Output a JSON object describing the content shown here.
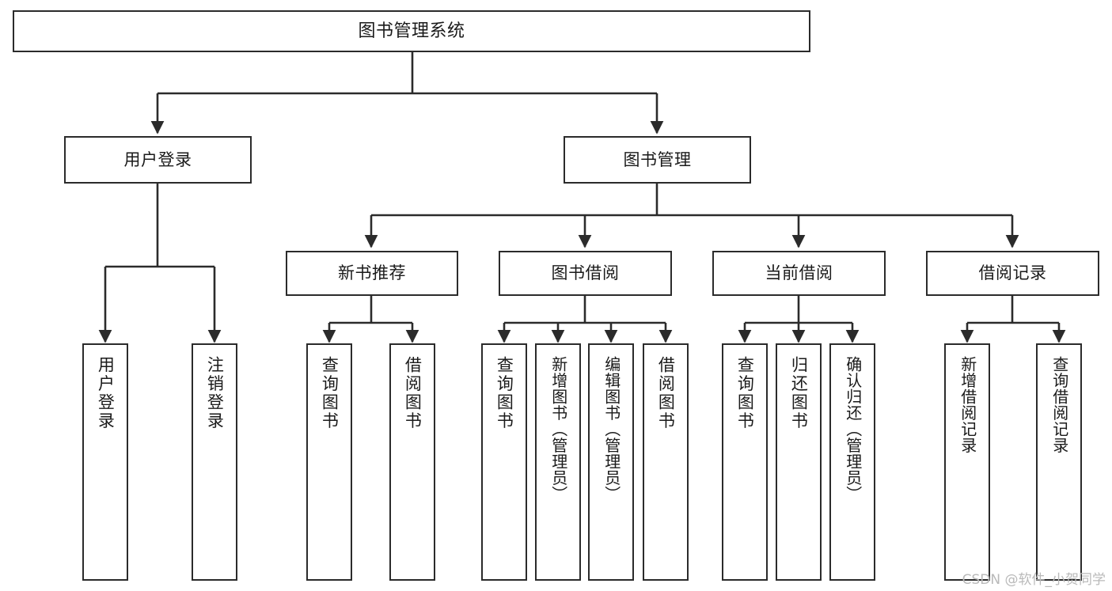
{
  "diagram": {
    "title": "图书管理系统",
    "type": "tree-hierarchy-diagram",
    "watermark": "CSDN @软件_小贺同学",
    "colors": {
      "node_border": "#2b2b2b",
      "node_fill": "#ffffff",
      "edge": "#2b2b2b",
      "text": "#1a1a1a",
      "watermark": "#b9b9b9",
      "background": "#ffffff"
    },
    "nodes": {
      "root": {
        "label": "图书管理系统"
      },
      "level1": [
        {
          "id": "user-login",
          "label": "用户登录"
        },
        {
          "id": "book-manage",
          "label": "图书管理"
        }
      ],
      "level2": [
        {
          "id": "new-book-recommend",
          "label": "新书推荐"
        },
        {
          "id": "book-borrow",
          "label": "图书借阅"
        },
        {
          "id": "current-borrow",
          "label": "当前借阅"
        },
        {
          "id": "borrow-record",
          "label": "借阅记录"
        }
      ],
      "leaves": {
        "user_login": [
          {
            "id": "leaf-user-login",
            "label": "用户登录"
          },
          {
            "id": "leaf-logout-login",
            "label": "注销登录"
          }
        ],
        "new_book_recommend": [
          {
            "id": "leaf-query-book-1",
            "label": "查询图书"
          },
          {
            "id": "leaf-borrow-book-1",
            "label": "借阅图书"
          }
        ],
        "book_borrow": [
          {
            "id": "leaf-query-book-2",
            "label": "查询图书"
          },
          {
            "id": "leaf-add-book-admin",
            "label": "新增图书（管理员）"
          },
          {
            "id": "leaf-edit-book-admin",
            "label": "编辑图书（管理员）"
          },
          {
            "id": "leaf-borrow-book-2",
            "label": "借阅图书"
          }
        ],
        "current_borrow": [
          {
            "id": "leaf-query-book-3",
            "label": "查询图书"
          },
          {
            "id": "leaf-return-book",
            "label": "归还图书"
          },
          {
            "id": "leaf-confirm-return-admin",
            "label": "确认归还（管理员）"
          }
        ],
        "borrow_record": [
          {
            "id": "leaf-add-borrow-record",
            "label": "新增借阅记录"
          },
          {
            "id": "leaf-query-borrow-record",
            "label": "查询借阅记录"
          }
        ]
      }
    }
  }
}
